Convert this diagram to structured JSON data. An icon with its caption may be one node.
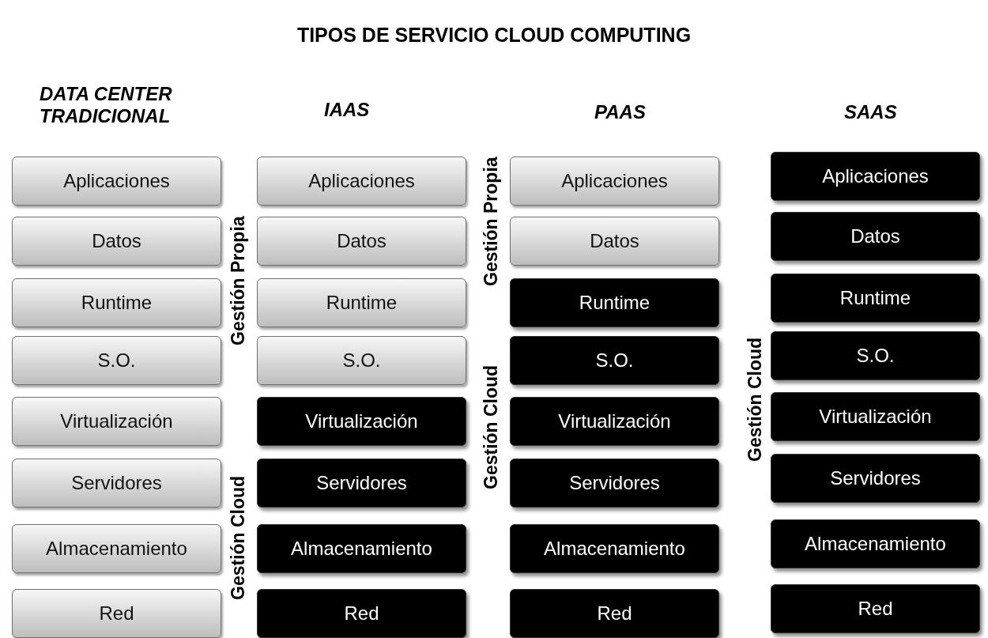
{
  "diagram": {
    "title": "TIPOS DE SERVICIO CLOUD COMPUTING",
    "nodes": [
      {
        "text": [
          "Aplicaciones"
        ]
      },
      {
        "text": [
          "Datos"
        ]
      },
      {
        "text": [
          "Runtime"
        ]
      },
      {
        "text": [
          "S.O."
        ]
      },
      {
        "text": [
          "Virtualización"
        ]
      },
      {
        "text": [
          "Servidores"
        ]
      },
      {
        "text": [
          "Almacenamiento"
        ]
      },
      {
        "text": [
          "Red"
        ]
      },
      {
        "text": [
          "Aplicaciones"
        ]
      },
      {
        "text": [
          "Datos"
        ]
      },
      {
        "text": [
          "Runtime"
        ]
      },
      {
        "text": [
          "S.O."
        ]
      },
      {
        "text": [
          "Virtualización"
        ]
      },
      {
        "text": [
          "Servidores"
        ]
      },
      {
        "text": [
          "Almacenamiento"
        ]
      },
      {
        "text": [
          "Red"
        ]
      },
      {
        "text": [
          "Aplicaciones"
        ]
      },
      {
        "text": [
          "Datos"
        ]
      },
      {
        "text": [
          "Runtime"
        ]
      },
      {
        "text": [
          "S.O."
        ]
      },
      {
        "text": [
          "Virtualización"
        ]
      },
      {
        "text": [
          "Servidores"
        ]
      },
      {
        "text": [
          "Almacenamiento"
        ]
      },
      {
        "text": [
          "Red"
        ]
      },
      {
        "text": [
          "Aplicaciones"
        ]
      },
      {
        "text": [
          "Datos"
        ]
      },
      {
        "text": [
          "Runtime"
        ]
      },
      {
        "text": [
          "S.O."
        ]
      },
      {
        "text": [
          "Virtualización"
        ]
      },
      {
        "text": [
          "Servidores"
        ]
      },
      {
        "text": [
          "Almacenamiento"
        ]
      },
      {
        "text": [
          "Red"
        ]
      }
    ],
    "edges": [],
    "labels": [
      "DATA CENTER TRADICIONAL",
      "IAAS",
      "PAAS",
      "SAAS",
      "Gestión Propia",
      "Gestión Propia",
      "Gestión Cloud",
      "Gestión Cloud",
      "Gestión Cloud"
    ]
  }
}
